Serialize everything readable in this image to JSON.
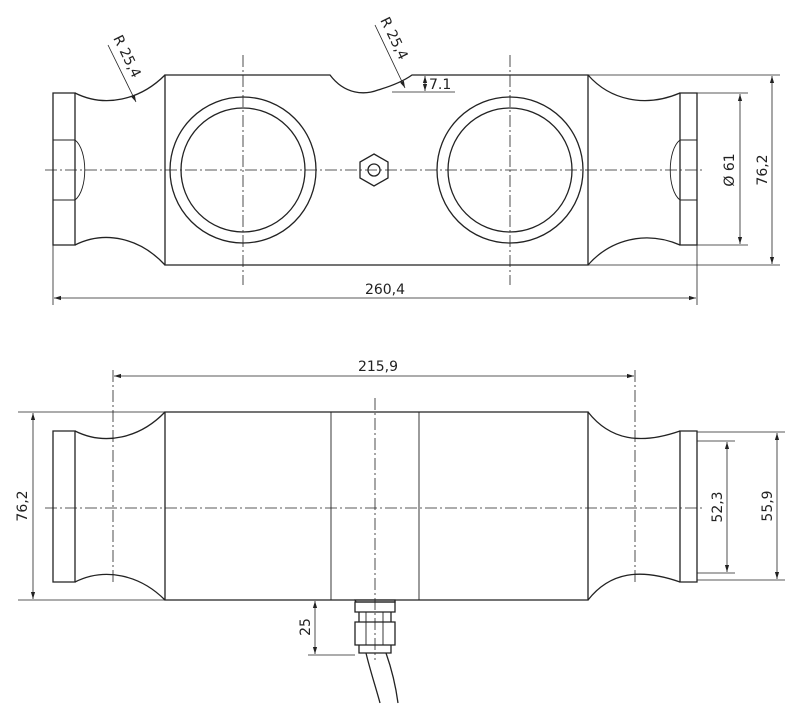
{
  "top_view": {
    "radius_left_label": "R 25,4",
    "radius_right_label": "R 25,4",
    "notch_depth_label": "7.1",
    "hole_diameter_label": "Ø 61",
    "height_label": "76,2",
    "length_label": "260,4"
  },
  "side_view": {
    "pin_spacing_label": "215,9",
    "height_label": "76,2",
    "inner_height_label": "52,3",
    "outer_height_label": "55,9",
    "connector_offset_label": "25"
  }
}
